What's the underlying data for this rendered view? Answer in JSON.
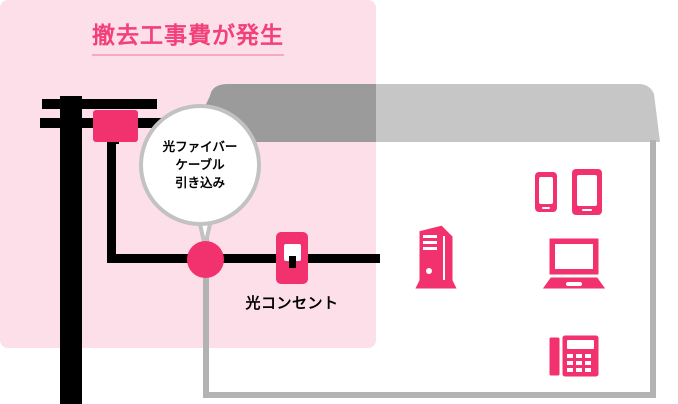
{
  "diagram": {
    "title": "撤去工事費が発生",
    "title_color": "#f2407a",
    "panel_color": "#fcdfe9",
    "accent_color": "#f2326e",
    "wall_color": "#b3b3b3",
    "roof_color": "#c6c6c6",
    "roof_shadow_color": "#9b9b9b",
    "callout": {
      "line1": "光ファイバー",
      "line2": "ケーブル",
      "line3": "引き込み"
    },
    "outlet": {
      "label": "光コンセント"
    },
    "devices": [
      {
        "name": "desktop-pc-icon",
        "label": "デスクトップPC"
      },
      {
        "name": "smartphone-icon",
        "label": "スマートフォン"
      },
      {
        "name": "tablet-icon",
        "label": "タブレット"
      },
      {
        "name": "laptop-icon",
        "label": "ノートPC"
      },
      {
        "name": "desk-phone-icon",
        "label": "固定電話"
      }
    ],
    "structure": {
      "utility_pole": "電柱",
      "pole_box": "クロージャ",
      "drop_cable": "引き込み線",
      "entry_point": "引き込み口",
      "house": "住宅"
    }
  }
}
